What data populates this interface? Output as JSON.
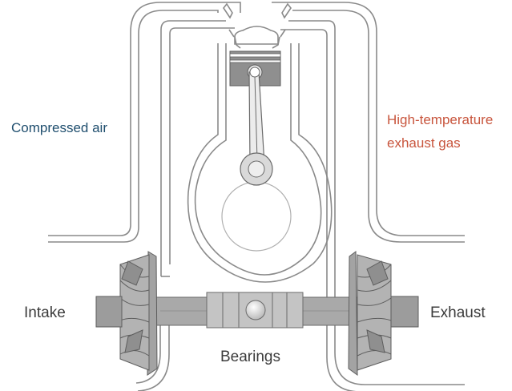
{
  "labels": {
    "compressed_air": "Compressed air",
    "high_temp_line1": "High-temperature",
    "high_temp_line2": "exhaust gas",
    "intake": "Intake",
    "exhaust": "Exhaust",
    "bearings": "Bearings"
  },
  "colors": {
    "compressed_air": "#1f4e6e",
    "high_temp": "#c8553d",
    "label": "#3c3c3c",
    "outline": "#8a8a8a",
    "machinery": "#a9a9a9",
    "machinery_dark": "#7e7e7e"
  },
  "icons": [
    "piston-icon",
    "connecting-rod-icon",
    "crankshaft-icon",
    "compressor-wheel-icon",
    "turbine-wheel-icon",
    "shaft-icon",
    "bearing-housing-icon"
  ]
}
